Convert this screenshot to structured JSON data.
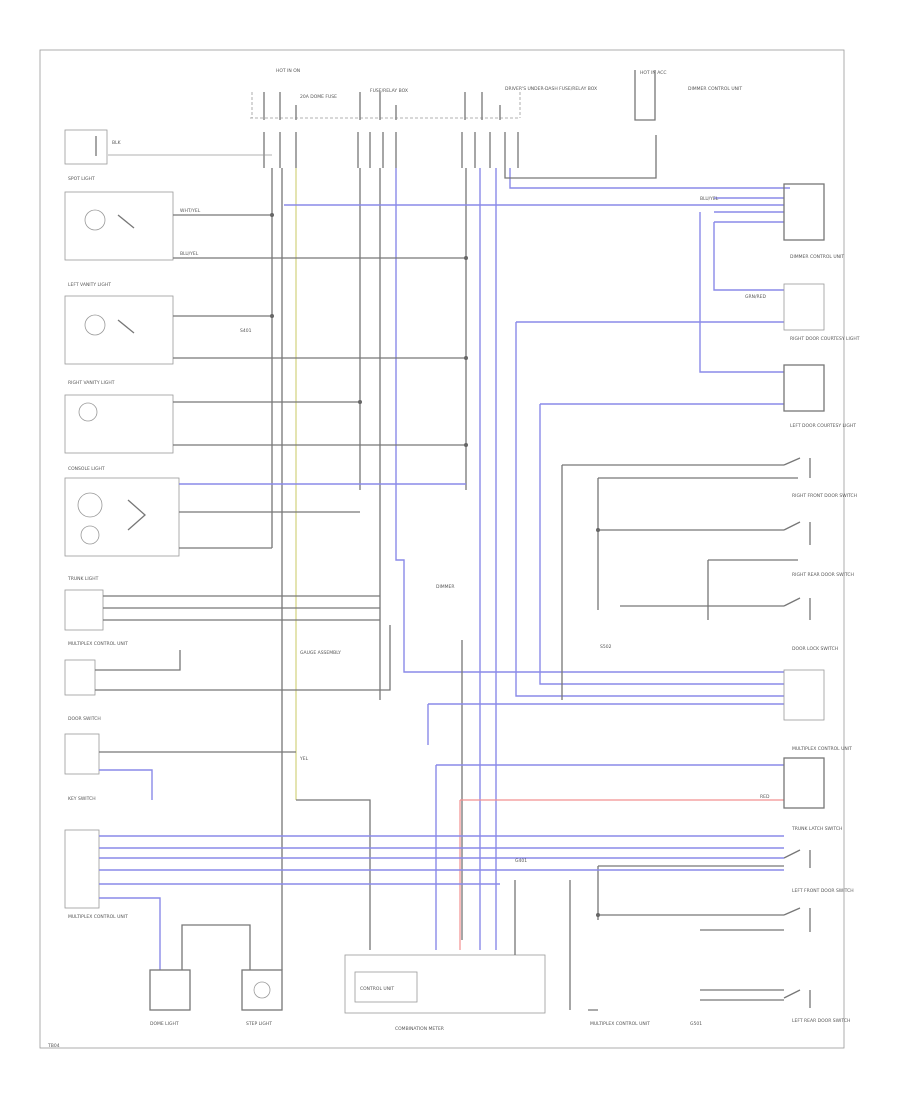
{
  "diagram": {
    "footer_code": "TB04",
    "components": {
      "hot_top": "HOT IN ON",
      "fuse_top": "20A DOME FUSE",
      "fuse_left": "FUSE/RELAY BOX",
      "fuse_right": "DRIVER'S UNDER-DASH FUSE/RELAY BOX",
      "hot_acc": "HOT IN ACC",
      "sensor_right": "DIMMER CONTROL UNIT",
      "dimmer_box": "DIMMER",
      "left_spot": "SPOT LIGHT",
      "left_vanity": "LEFT VANITY LIGHT",
      "right_vanity": "RIGHT VANITY LIGHT",
      "console_light": "CONSOLE LIGHT",
      "trunk_light": "TRUNK LIGHT",
      "mpcs": "MULTIPLEX CONTROL UNIT",
      "door_sw_left": "DOOR SWITCH",
      "key_sw": "KEY SWITCH",
      "mpcs_bottom": "MULTIPLEX CONTROL UNIT",
      "dome_light": "DOME LIGHT",
      "step_light": "STEP LIGHT",
      "gauge_box": "GAUGE ASSEMBLY",
      "control_unit": "CONTROL UNIT",
      "combination_meter": "COMBINATION METER",
      "r_mpcs": "MULTIPLEX CONTROL UNIT",
      "right_door_sw": "RIGHT DOOR COURTESY LIGHT",
      "left_door_sw": "LEFT DOOR COURTESY LIGHT",
      "front_door_sw": "RIGHT FRONT DOOR SWITCH",
      "rear_door_sw": "RIGHT REAR DOOR SWITCH",
      "door_lock_sw": "DOOR LOCK SWITCH",
      "r_mpcs2": "MULTIPLEX CONTROL UNIT",
      "trunk_sw": "TRUNK LATCH SWITCH",
      "lf_door_sw": "LEFT FRONT DOOR SWITCH",
      "lr_door_sw": "LEFT REAR DOOR SWITCH",
      "ground_a": "G401",
      "ground_b": "G501",
      "splice_a": "S401",
      "splice_b": "S502"
    },
    "wire_colors": {
      "blu": "BLU/YEL",
      "grn": "GRN/RED",
      "wht": "WHT/YEL",
      "red": "RED",
      "blk": "BLK",
      "yel": "YEL"
    },
    "colors": {
      "black_wire": "#777777",
      "blue_wire": "#8a8ae8",
      "yellow_wire": "#d8d890",
      "red_wire": "#f29090"
    }
  }
}
